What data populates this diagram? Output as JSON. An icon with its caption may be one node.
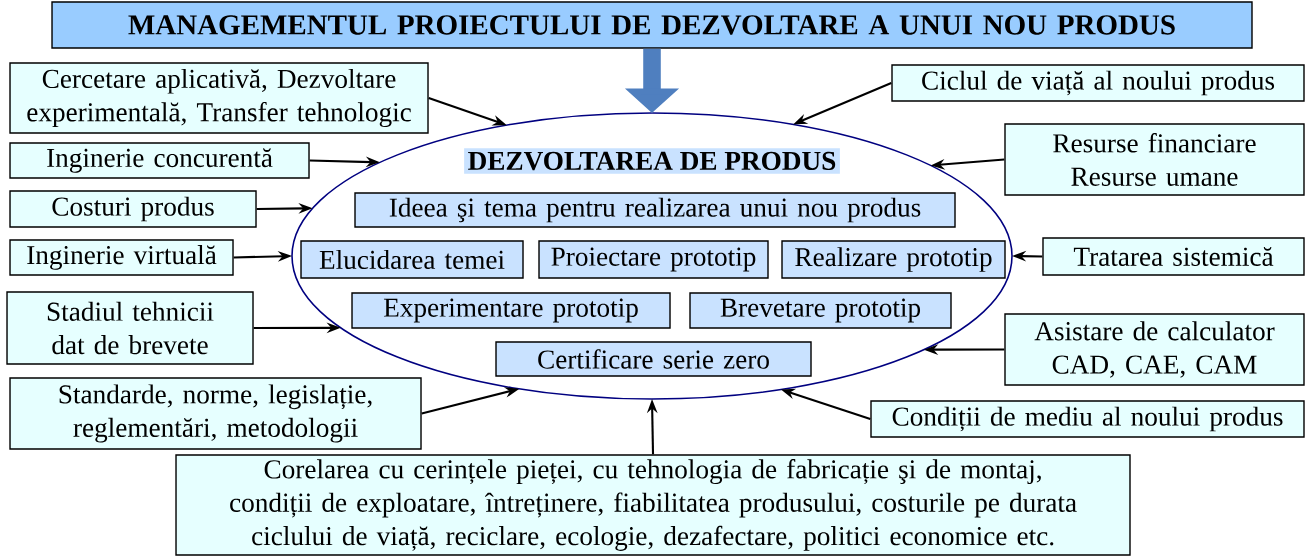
{
  "diagram": {
    "nodes": [
      {
        "text": [
          "MANAGEMENTUL PROIECTULUI DE DEZVOLTARE A UNUI NOU PRODUS"
        ]
      },
      {
        "text": [
          "DEZVOLTAREA DE PRODUS"
        ]
      },
      {
        "text": [
          "Ideea şi tema pentru realizarea unui nou produs"
        ],
        "in": 1
      },
      {
        "text": [
          "Elucidarea temei"
        ],
        "in": 1
      },
      {
        "text": [
          "Proiectare prototip"
        ],
        "in": 1
      },
      {
        "text": [
          "Realizare prototip"
        ],
        "in": 1
      },
      {
        "text": [
          "Experimentare prototip"
        ],
        "in": 1
      },
      {
        "text": [
          "Brevetare prototip"
        ],
        "in": 1
      },
      {
        "text": [
          "Certificare serie zero"
        ],
        "in": 1
      },
      {
        "text": [
          "Cercetare aplicativă, Dezvoltare experimentală, Transfer tehnologic"
        ]
      },
      {
        "text": [
          "Inginerie concurentă"
        ]
      },
      {
        "text": [
          "Costuri produs"
        ]
      },
      {
        "text": [
          "Inginerie virtuală"
        ]
      },
      {
        "text": [
          "Stadiul tehnicii dat de brevete"
        ]
      },
      {
        "text": [
          "Standarde, norme, legislație, reglementări, metodologii"
        ]
      },
      {
        "text": [
          "Corelarea cu cerințele pieței, cu tehnologia de fabricație şi de montaj, condiții de exploatare, întreținere, fiabilitatea produsului, costurile pe durata ciclului de viață, reciclare, ecologie, dezafectare, politici economice etc."
        ]
      },
      {
        "text": [
          "Ciclul de viață al noului produs"
        ]
      },
      {
        "text": [
          "Resurse financiare Resurse umane"
        ]
      },
      {
        "text": [
          "Tratarea sistemică"
        ]
      },
      {
        "text": [
          "Asistare de calculator CAD, CAE, CAM"
        ]
      },
      {
        "text": [
          "Condiții de mediu al noului produs"
        ]
      }
    ],
    "edges": [
      {
        "from": 0,
        "to": 1,
        "arrow": "to",
        "style": "thick",
        "color": "#4f7fbf"
      },
      {
        "from": 9,
        "to": 1,
        "arrow": "to"
      },
      {
        "from": 10,
        "to": 1,
        "arrow": "to"
      },
      {
        "from": 11,
        "to": 1,
        "arrow": "to"
      },
      {
        "from": 12,
        "to": 1,
        "arrow": "to"
      },
      {
        "from": 13,
        "to": 1,
        "arrow": "to"
      },
      {
        "from": 14,
        "to": 1,
        "arrow": "to"
      },
      {
        "from": 15,
        "to": 1,
        "arrow": "to"
      },
      {
        "from": 16,
        "to": 1,
        "arrow": "to"
      },
      {
        "from": 17,
        "to": 1,
        "arrow": "to"
      },
      {
        "from": 18,
        "to": 1,
        "arrow": "to"
      },
      {
        "from": 19,
        "to": 1,
        "arrow": "to"
      },
      {
        "from": 20,
        "to": 1,
        "arrow": "to"
      }
    ]
  }
}
